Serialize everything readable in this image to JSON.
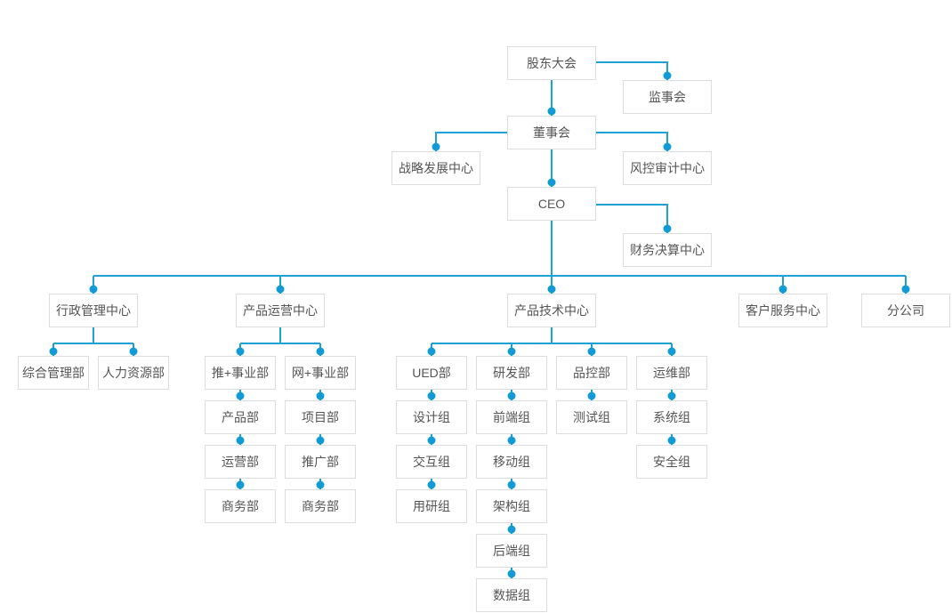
{
  "colors": {
    "line": "#1da1d9",
    "dot": "#119bd4",
    "border": "#dddddd",
    "boxbg": "#ffffff",
    "text": "#555555",
    "pagebg": "#ffffff"
  },
  "nodes": {
    "shareholders": {
      "label": "股东大会"
    },
    "supervisory": {
      "label": "监事会"
    },
    "board": {
      "label": "董事会"
    },
    "strategy": {
      "label": "战略发展中心"
    },
    "risk": {
      "label": "风控审计中心"
    },
    "ceo": {
      "label": "CEO"
    },
    "finance": {
      "label": "财务决算中心"
    },
    "admin": {
      "label": "行政管理中心"
    },
    "ops_center": {
      "label": "产品运营中心"
    },
    "tech_center": {
      "label": "产品技术中心"
    },
    "customer": {
      "label": "客户服务中心"
    },
    "branch": {
      "label": "分公司"
    },
    "general": {
      "label": "综合管理部"
    },
    "hr": {
      "label": "人力资源部"
    },
    "tui": {
      "label": "推+事业部"
    },
    "wang": {
      "label": "网+事业部"
    },
    "product": {
      "label": "产品部"
    },
    "operation": {
      "label": "运营部"
    },
    "business1": {
      "label": "商务部"
    },
    "project": {
      "label": "项目部"
    },
    "promotion": {
      "label": "推广部"
    },
    "business2": {
      "label": "商务部"
    },
    "ued": {
      "label": "UED部"
    },
    "rd": {
      "label": "研发部"
    },
    "qc": {
      "label": "品控部"
    },
    "om": {
      "label": "运维部"
    },
    "design": {
      "label": "设计组"
    },
    "interaction": {
      "label": "交互组"
    },
    "research": {
      "label": "用研组"
    },
    "frontend": {
      "label": "前端组"
    },
    "mobile": {
      "label": "移动组"
    },
    "architecture": {
      "label": "架构组"
    },
    "backend": {
      "label": "后端组"
    },
    "data_group": {
      "label": "数据组"
    },
    "test": {
      "label": "测试组"
    },
    "system": {
      "label": "系统组"
    },
    "security": {
      "label": "安全组"
    }
  },
  "edges": [
    {
      "from": "shareholders",
      "to": "supervisory"
    },
    {
      "from": "shareholders",
      "to": "board"
    },
    {
      "from": "board",
      "to": "strategy"
    },
    {
      "from": "board",
      "to": "risk"
    },
    {
      "from": "board",
      "to": "ceo"
    },
    {
      "from": "ceo",
      "to": "finance"
    },
    {
      "from": "ceo",
      "to": "admin"
    },
    {
      "from": "ceo",
      "to": "ops_center"
    },
    {
      "from": "ceo",
      "to": "tech_center"
    },
    {
      "from": "ceo",
      "to": "customer"
    },
    {
      "from": "ceo",
      "to": "branch"
    },
    {
      "from": "admin",
      "to": "general"
    },
    {
      "from": "admin",
      "to": "hr"
    },
    {
      "from": "ops_center",
      "to": "tui"
    },
    {
      "from": "ops_center",
      "to": "wang"
    },
    {
      "from": "tui",
      "to": "product"
    },
    {
      "from": "product",
      "to": "operation"
    },
    {
      "from": "operation",
      "to": "business1"
    },
    {
      "from": "wang",
      "to": "project"
    },
    {
      "from": "project",
      "to": "promotion"
    },
    {
      "from": "promotion",
      "to": "business2"
    },
    {
      "from": "tech_center",
      "to": "ued"
    },
    {
      "from": "tech_center",
      "to": "rd"
    },
    {
      "from": "tech_center",
      "to": "qc"
    },
    {
      "from": "tech_center",
      "to": "om"
    },
    {
      "from": "ued",
      "to": "design"
    },
    {
      "from": "design",
      "to": "interaction"
    },
    {
      "from": "interaction",
      "to": "research"
    },
    {
      "from": "rd",
      "to": "frontend"
    },
    {
      "from": "frontend",
      "to": "mobile"
    },
    {
      "from": "mobile",
      "to": "architecture"
    },
    {
      "from": "architecture",
      "to": "backend"
    },
    {
      "from": "backend",
      "to": "data_group"
    },
    {
      "from": "qc",
      "to": "test"
    },
    {
      "from": "om",
      "to": "system"
    },
    {
      "from": "system",
      "to": "security"
    }
  ]
}
